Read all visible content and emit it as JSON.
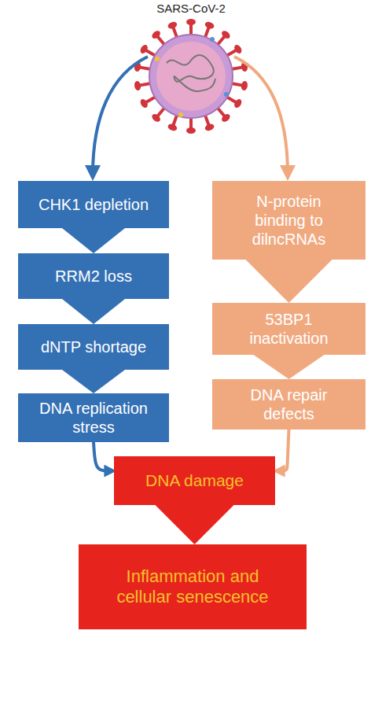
{
  "diagram": {
    "title": "SARS-CoV-2",
    "nodes": [
      {
        "text": [
          "CHK1 depletion"
        ]
      },
      {
        "text": [
          "RRM2 loss"
        ]
      },
      {
        "text": [
          "dNTP shortage"
        ]
      },
      {
        "text": [
          "DNA replication stress"
        ]
      },
      {
        "text": [
          "N-protein binding to dilncRNAs"
        ]
      },
      {
        "text": [
          "53BP1 inactivation"
        ]
      },
      {
        "text": [
          "DNA repair defects"
        ]
      },
      {
        "text": [
          "DNA damage"
        ]
      },
      {
        "text": [
          "Inflammation and cellular senescence"
        ]
      }
    ],
    "edges": [
      {
        "from": 0,
        "to": 1,
        "arrow": "to"
      },
      {
        "from": 1,
        "to": 2,
        "arrow": "to"
      },
      {
        "from": 2,
        "to": 3,
        "arrow": "to"
      },
      {
        "from": 4,
        "to": 5,
        "arrow": "to"
      },
      {
        "from": 5,
        "to": 6,
        "arrow": "to"
      },
      {
        "from": 3,
        "to": 7,
        "arrow": "to"
      },
      {
        "from": 6,
        "to": 7,
        "arrow": "to"
      },
      {
        "from": 7,
        "to": 8,
        "arrow": "to"
      }
    ]
  }
}
